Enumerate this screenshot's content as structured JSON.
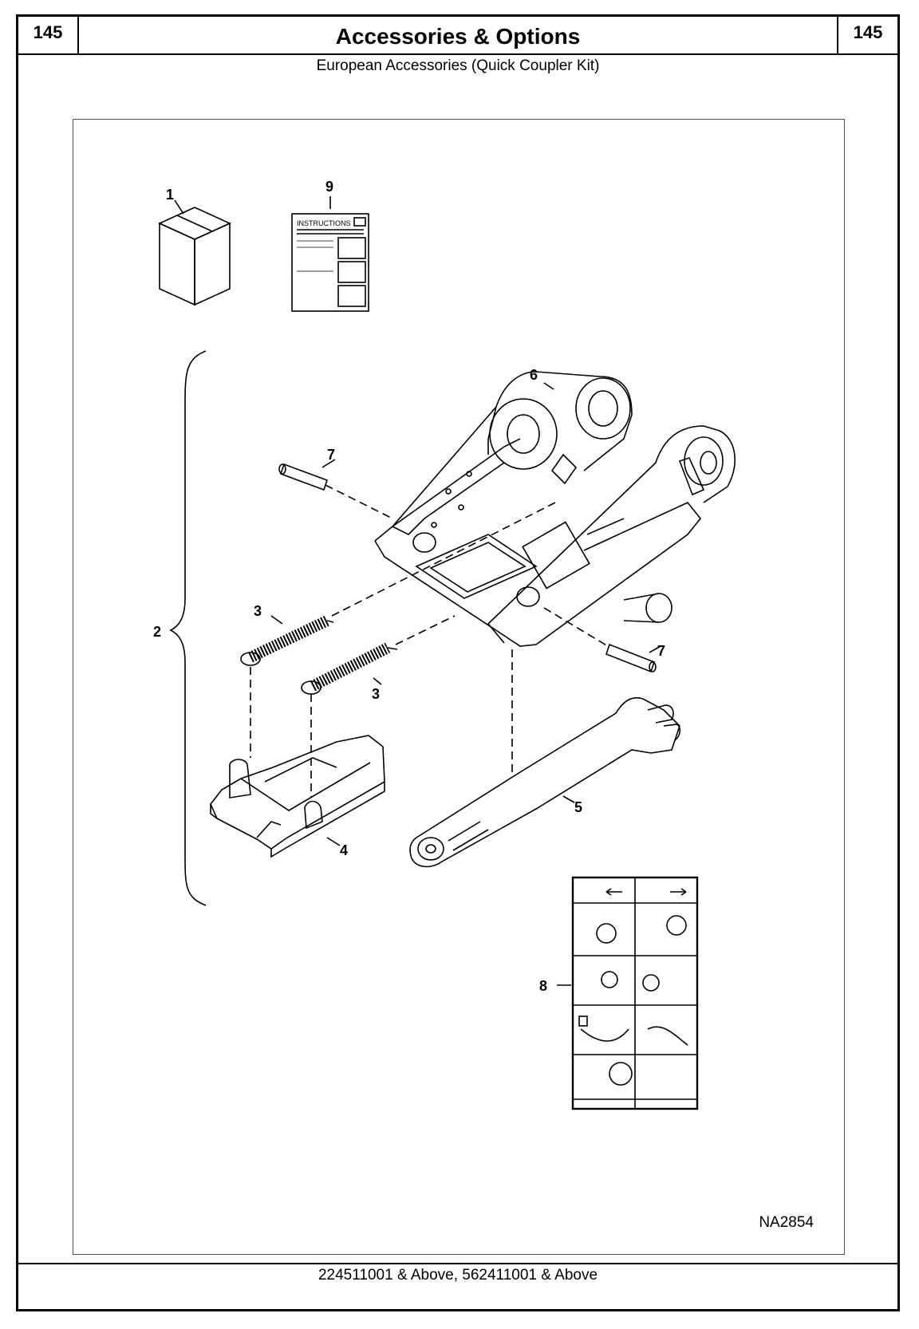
{
  "header": {
    "page_left": "145",
    "page_right": "145",
    "title": "Accessories & Options"
  },
  "subtitle": "European Accessories (Quick Coupler Kit)",
  "diagram": {
    "instructions_label": "INSTRUCTIONS",
    "figure_code": "NA2854",
    "callouts": {
      "c1": "1",
      "c2": "2",
      "c3a": "3",
      "c3b": "3",
      "c4": "4",
      "c5": "5",
      "c6": "6",
      "c7a": "7",
      "c7b": "7",
      "c8": "8",
      "c9": "9"
    }
  },
  "footer": {
    "serial_range": "224511001 & Above, 562411001 & Above"
  }
}
